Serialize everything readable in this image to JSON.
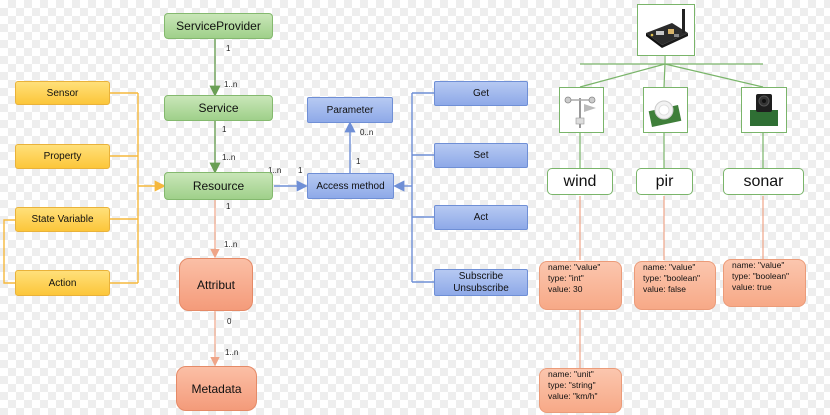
{
  "model": {
    "service_provider": "ServiceProvider",
    "service": "Service",
    "resource": "Resource",
    "attribut": "Attribut",
    "metadata": "Metadata",
    "parameter": "Parameter",
    "access_method": "Access method"
  },
  "categories": [
    "Sensor",
    "Property",
    "State Variable",
    "Action"
  ],
  "methods": {
    "get": "Get",
    "set": "Set",
    "act": "Act",
    "subscribe": "Subscribe",
    "unsubscribe": "Unsubscribe"
  },
  "multiplicities": {
    "sp_service_src": "1",
    "sp_service_dst": "1..n",
    "service_resource_src": "1",
    "service_resource_dst": "1..n",
    "resource_access_src": "1..n",
    "resource_access_dst": "1",
    "access_param_src": "1",
    "access_param_dst": "0..n",
    "resource_attr_src": "1",
    "resource_attr_dst": "1..n",
    "attr_meta_src": "0",
    "attr_meta_dst": "1..n"
  },
  "sensors": {
    "wind": {
      "label": "wind",
      "info": [
        "name: \"value\"",
        "type: \"int\"",
        "value: 30"
      ],
      "meta": [
        "name: \"unit\"",
        "type: \"string\"",
        "value: \"km/h\""
      ]
    },
    "pir": {
      "label": "pir",
      "info": [
        "name: \"value\"",
        "type: \"boolean\"",
        "value: false"
      ]
    },
    "sonar": {
      "label": "sonar",
      "info": [
        "name: \"value\"",
        "type: \"boolean\"",
        "value: true"
      ]
    }
  },
  "icons": {
    "board": "microcontroller-board-icon",
    "wind": "anemometer-icon",
    "pir": "pir-sensor-icon",
    "sonar": "sonar-sensor-icon"
  },
  "colors": {
    "yellow": "#fcc63a",
    "green": "#9fd08a",
    "blue": "#8ea9e8",
    "salmon": "#f49b7a",
    "yellow_line": "#f5b83d",
    "green_line": "#6a9f55",
    "blue_line": "#6f8fd6",
    "salmon_line": "#efa588"
  }
}
